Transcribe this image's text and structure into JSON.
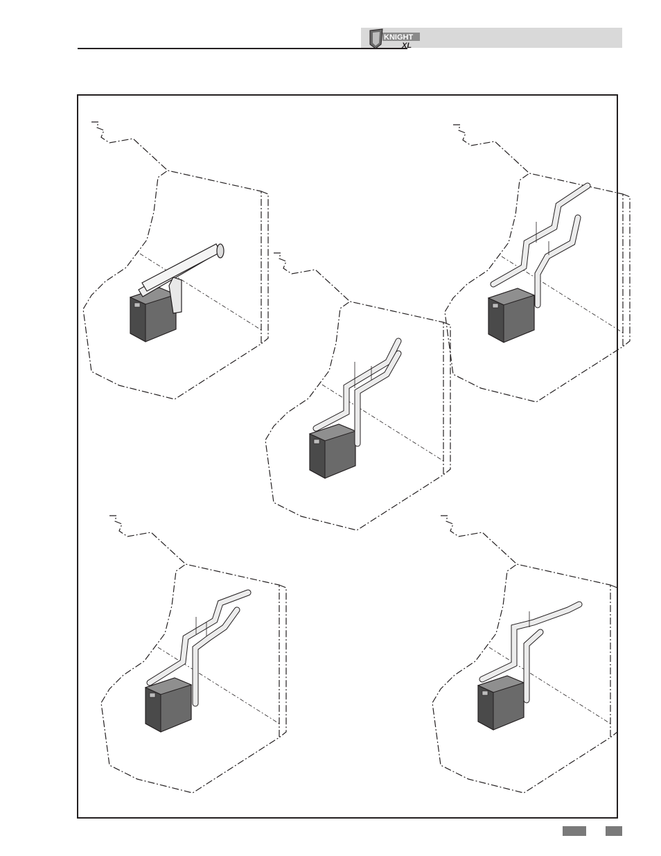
{
  "header": {
    "brand_logo": {
      "name": "knight-xl-logo",
      "text": "KNIGHT",
      "suffix": "XL"
    },
    "band_color": "#d9d9d9",
    "rule_color": "#231f20"
  },
  "figure": {
    "illustrations": [
      {
        "name": "installation-horizontal-through-wall"
      },
      {
        "name": "installation-vertical-rise-two-pipe"
      },
      {
        "name": "installation-wall-two-pipe-offset"
      },
      {
        "name": "installation-wall-two-pipe-elbow"
      },
      {
        "name": "installation-concentric-wall-termination"
      }
    ],
    "boiler_color": "#5a5a5a",
    "pipe_color": "#e8e8e8",
    "line_color": "#231f20"
  },
  "footer": {
    "tab_color": "#7a7a7a"
  }
}
